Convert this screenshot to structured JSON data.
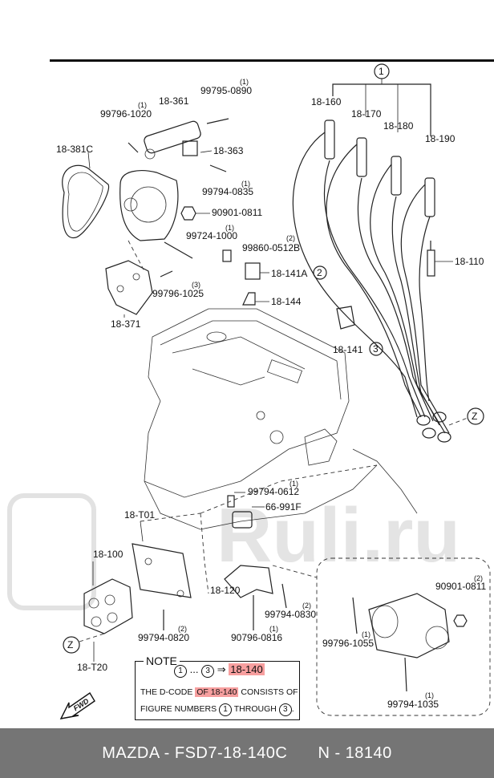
{
  "labels": {
    "l_18_160": "18-160",
    "l_18_170": "18-170",
    "l_18_180": "18-180",
    "l_18_190": "18-190",
    "l_18_110": "18-110",
    "l_18_361": "18-361",
    "l_18_363": "18-363",
    "l_18_381c": "18-381C",
    "l_18_371": "18-371",
    "l_18_141a": "18-141A",
    "l_18_144": "18-144",
    "l_18_141": "18-141",
    "l_18_t01": "18-T01",
    "l_18_100": "18-100",
    "l_18_120": "18-120",
    "l_18_t20": "18-T20",
    "l_99795_0890": "99795-0890",
    "l_99796_1020": "99796-1020",
    "l_99794_0835": "99794-0835",
    "l_90901_0811": "90901-0811",
    "l_99724_1000": "99724-1000",
    "l_99860_0512b": "99860-0512B",
    "l_99796_1025": "99796-1025",
    "l_99794_0612": "99794-0612",
    "l_66_991f": "66-991F",
    "l_99794_0820": "99794-0820",
    "l_90796_0816": "90796-0816",
    "l_99794_0830": "99794-0830",
    "l_99796_1055": "99796-1055",
    "l_99794_1035": "99794-1035",
    "l_90901_0811b": "90901-0811"
  },
  "qty": {
    "q1": "(1)",
    "q2": "(1)",
    "q3": "(1)",
    "q4": "(1)",
    "q5": "(2)",
    "q6": "(3)",
    "q7": "(1)",
    "q8": "(2)",
    "q9": "(1)",
    "q10": "(2)",
    "q11": "(2)",
    "q12": "(1)",
    "q13": "(1)"
  },
  "callouts": {
    "c1": "1",
    "c2": "2",
    "c3": "3",
    "z1": "Z",
    "z2": "Z"
  },
  "note": {
    "title": "NOTE",
    "circle_a": "1",
    "dots": "...",
    "circle_b": "3",
    "arrow": "⇒",
    "code": "18-140",
    "line2_prefix": "THE D-CODE ",
    "line2_highlight": "OF 18-140",
    "line2_suffix": " CONSISTS OF",
    "line3_prefix": "FIGURE NUMBERS ",
    "line3_circle_a": "1",
    "line3_through": "THROUGH",
    "line3_circle_b": "3",
    "line3_end": "."
  },
  "fwd": "FWD",
  "watermark": "Ruli.ru",
  "footer": {
    "brand_part": "MAZDA - FSD7-18-140C",
    "code": "N - 18140"
  },
  "colors": {
    "highlight": "#f05050",
    "footer_bg": "#757575",
    "footer_text": "#ffffff"
  }
}
